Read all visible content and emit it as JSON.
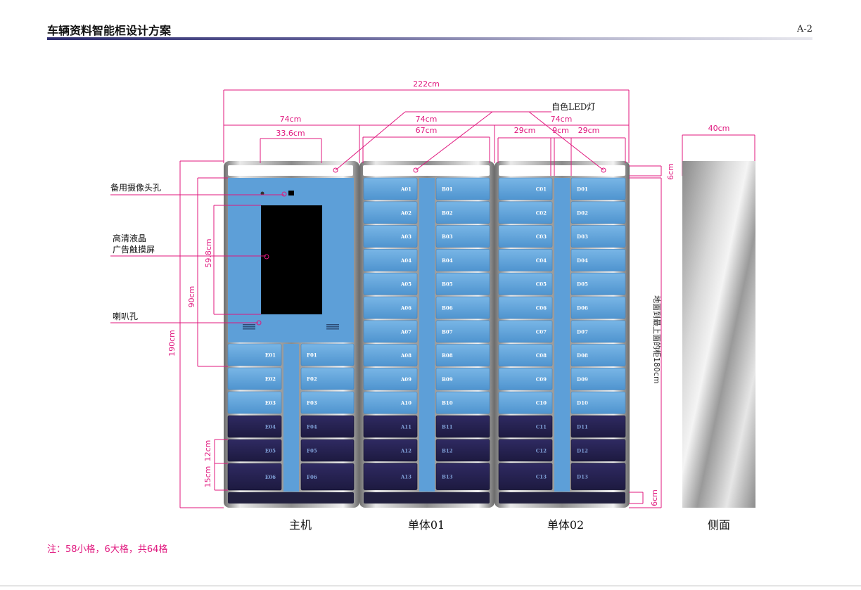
{
  "header": {
    "title": "车辆资料智能柜设计方案",
    "page": "A-2"
  },
  "dimensions": {
    "total_width": "222cm",
    "main_width": "74cm",
    "unit1_width": "74cm",
    "unit2_width": "74cm",
    "main_top_span": "33.6cm",
    "unit1_inner": "67cm",
    "unit2_left": "29cm",
    "unit2_mid": "9cm",
    "unit2_right": "29cm",
    "top_band": "6cm",
    "total_height": "190cm",
    "panel_height": "90cm",
    "screen_height": "59.8cm",
    "small_cell": "12cm",
    "large_cell": "15cm",
    "bottom_band": "6cm",
    "floor_to_top": "地面到最上面的柜180cm",
    "side_depth": "40cm"
  },
  "callouts": {
    "led": "自色LED灯",
    "camera": "备用摄像头孔",
    "screen_line1": "高清液晶",
    "screen_line2": "广告触摸屏",
    "speaker": "喇叭孔"
  },
  "units": {
    "main_label": "主机",
    "unit1_label": "单体01",
    "unit2_label": "单体02",
    "side_label": "侧面"
  },
  "lockers": {
    "E": [
      "E01",
      "E02",
      "E03",
      "E04",
      "E05",
      "E06"
    ],
    "F": [
      "F01",
      "F02",
      "F03",
      "F04",
      "F05",
      "F06"
    ],
    "A": [
      "A01",
      "A02",
      "A03",
      "A04",
      "A05",
      "A06",
      "A07",
      "A08",
      "A09",
      "A10",
      "A11",
      "A12",
      "A13"
    ],
    "B": [
      "B01",
      "B02",
      "B03",
      "B04",
      "B05",
      "B06",
      "B07",
      "B08",
      "B09",
      "B10",
      "B11",
      "B12",
      "B13"
    ],
    "C": [
      "C01",
      "C02",
      "C03",
      "C04",
      "C05",
      "C06",
      "C07",
      "C08",
      "C09",
      "C10",
      "C11",
      "C12",
      "C13"
    ],
    "D": [
      "D01",
      "D02",
      "D03",
      "D04",
      "D05",
      "D06",
      "D07",
      "D08",
      "D09",
      "D10",
      "D11",
      "D12",
      "D13"
    ]
  },
  "note": "注：58小格，6大格，共64格",
  "colors": {
    "dimension": "#e0177e",
    "small_cell": "#5b9fd6",
    "large_cell": "#24204d",
    "panel": "#5d9fd8",
    "screen": "#000000"
  }
}
